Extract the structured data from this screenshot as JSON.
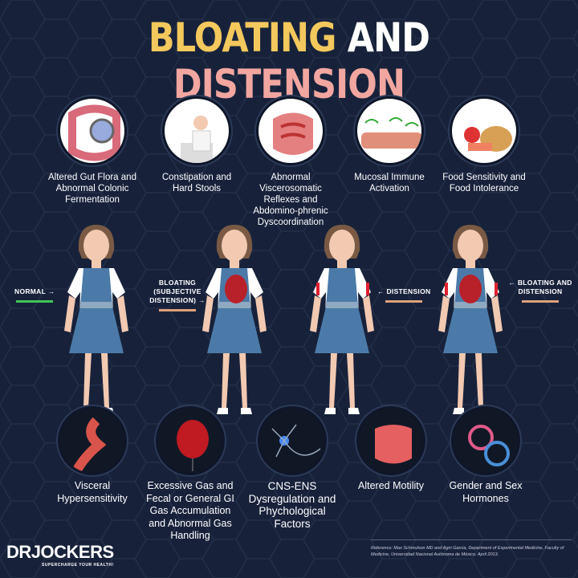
{
  "title": {
    "part1": "BLOATING",
    "part2": "AND",
    "part3": "DISTENSION"
  },
  "colors": {
    "background": "#17223a",
    "title_yellow": "#f3c85c",
    "title_pink": "#f2a6a0",
    "normal_bar": "#3ec65a",
    "other_bar": "#e0a07a"
  },
  "top_causes": [
    {
      "icon": "gut-flora-icon",
      "label": "Altered Gut Flora and Abnormal Colonic Fermentation"
    },
    {
      "icon": "constipation-icon",
      "label": "Constipation and Hard Stools"
    },
    {
      "icon": "intestine-icon",
      "label": "Abnormal Viscerosomatic Reflexes and Abdomino-phrenic Dyscoordination"
    },
    {
      "icon": "mucosa-icon",
      "label": "Mucosal Immune Activation"
    },
    {
      "icon": "food-icon",
      "label": "Food Sensitivity and Food Intolerance"
    }
  ],
  "states": [
    {
      "label": "NORMAL",
      "arrow": "→"
    },
    {
      "label": "BLOATING (SUBJECTIVE DISTENSION)",
      "arrow": "→"
    },
    {
      "label": "DISTENSION",
      "arrow": "←"
    },
    {
      "label": "BLOATING AND DISTENSION",
      "arrow": "←"
    }
  ],
  "bottom_causes": [
    {
      "icon": "colon-icon",
      "label": "Visceral Hypersensitivity"
    },
    {
      "icon": "balloon-icon",
      "label": "Excessive Gas and Fecal or General GI Gas Accumulation and Abnormal Gas Handling"
    },
    {
      "icon": "neuron-icon",
      "label": "CNS-ENS Dysregulation and Phychological Factors"
    },
    {
      "icon": "intestine-icon",
      "label": "Altered Motility"
    },
    {
      "icon": "gender-icon",
      "label": "Gender and Sex Hormones"
    }
  ],
  "logo": {
    "name": "DRJOCKERS",
    "tagline": "SUPERCHARGE YOUR HEALTH!"
  },
  "reference": "Reference: Max Schmulson MD and Agni Garcia, Department of Experimental Medicine, Faculty of Medicine, Universidad Nacional Autónoma de México. April 2013."
}
